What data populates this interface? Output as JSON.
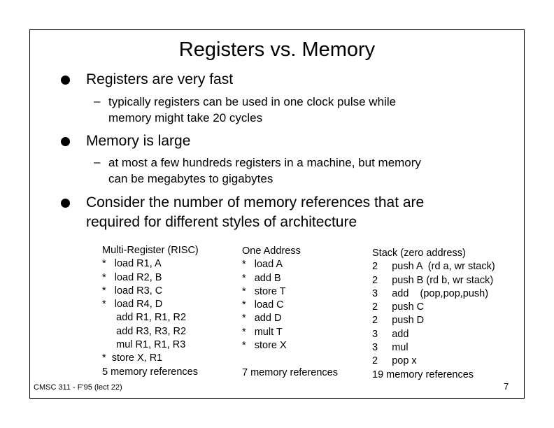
{
  "slide": {
    "title": "Registers vs. Memory",
    "bullets": [
      {
        "text": "Registers are very fast",
        "sub": "typically registers can be used in one clock pulse while",
        "sub2": "memory might take 20 cycles"
      },
      {
        "text": "Memory is large",
        "sub": "at most a few hundreds registers in a machine, but memory",
        "sub2": "can be megabytes to gigabytes"
      },
      {
        "text": "Consider the number of memory references that are",
        "text2": "required for different styles of architecture"
      }
    ],
    "dash": "–",
    "columns": [
      {
        "lines": [
          "Multi-Register (RISC)",
          "*   load R1, A",
          "*   load R2, B",
          "*   load R3, C",
          "*   load R4, D",
          "     add R1, R1, R2",
          "     add R3, R3, R2",
          "     mul R1, R1, R3",
          "*  store X, R1",
          "5 memory references"
        ]
      },
      {
        "lines": [
          "One Address",
          "*   load A",
          "*   add B",
          "*   store T",
          "*   load C",
          "*   add D",
          "*   mult T",
          "*   store X",
          "",
          "7 memory references"
        ]
      },
      {
        "lines": [
          "Stack (zero address)",
          "2     push A  (rd a, wr stack)",
          "2     push B (rd b, wr stack)",
          "3     add    (pop,pop,push)",
          "2     push C",
          "2     push D",
          "3     add",
          "3     mul",
          "2     pop x",
          "19 memory references"
        ]
      }
    ],
    "footer": "CMSC 311 - F'95 (lect 22)",
    "page_number": "7"
  }
}
